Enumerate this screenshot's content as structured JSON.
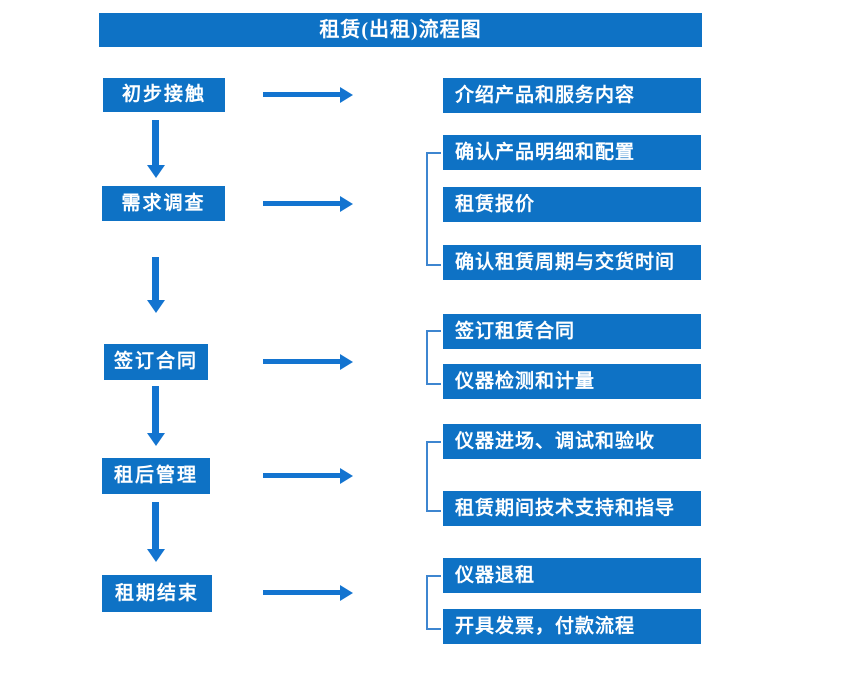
{
  "title": "租赁(出租)流程图",
  "colors": {
    "box_blue": "#0e72c5",
    "arrow_blue": "#1374d0",
    "bracket_blue": "#3e86d0",
    "text_white": "#ffffff"
  },
  "stages": [
    {
      "name": "初步接触",
      "details": [
        "介绍产品和服务内容"
      ]
    },
    {
      "name": "需求调查",
      "details": [
        "确认产品明细和配置",
        "租赁报价",
        "确认租赁周期与交货时间"
      ]
    },
    {
      "name": "签订合同",
      "details": [
        "签订租赁合同",
        "仪器检测和计量"
      ]
    },
    {
      "name": "租后管理",
      "details": [
        "仪器进场、调试和验收",
        "租赁期间技术支持和指导"
      ]
    },
    {
      "name": "租期结束",
      "details": [
        "仪器退租",
        "开具发票，付款流程"
      ]
    }
  ]
}
